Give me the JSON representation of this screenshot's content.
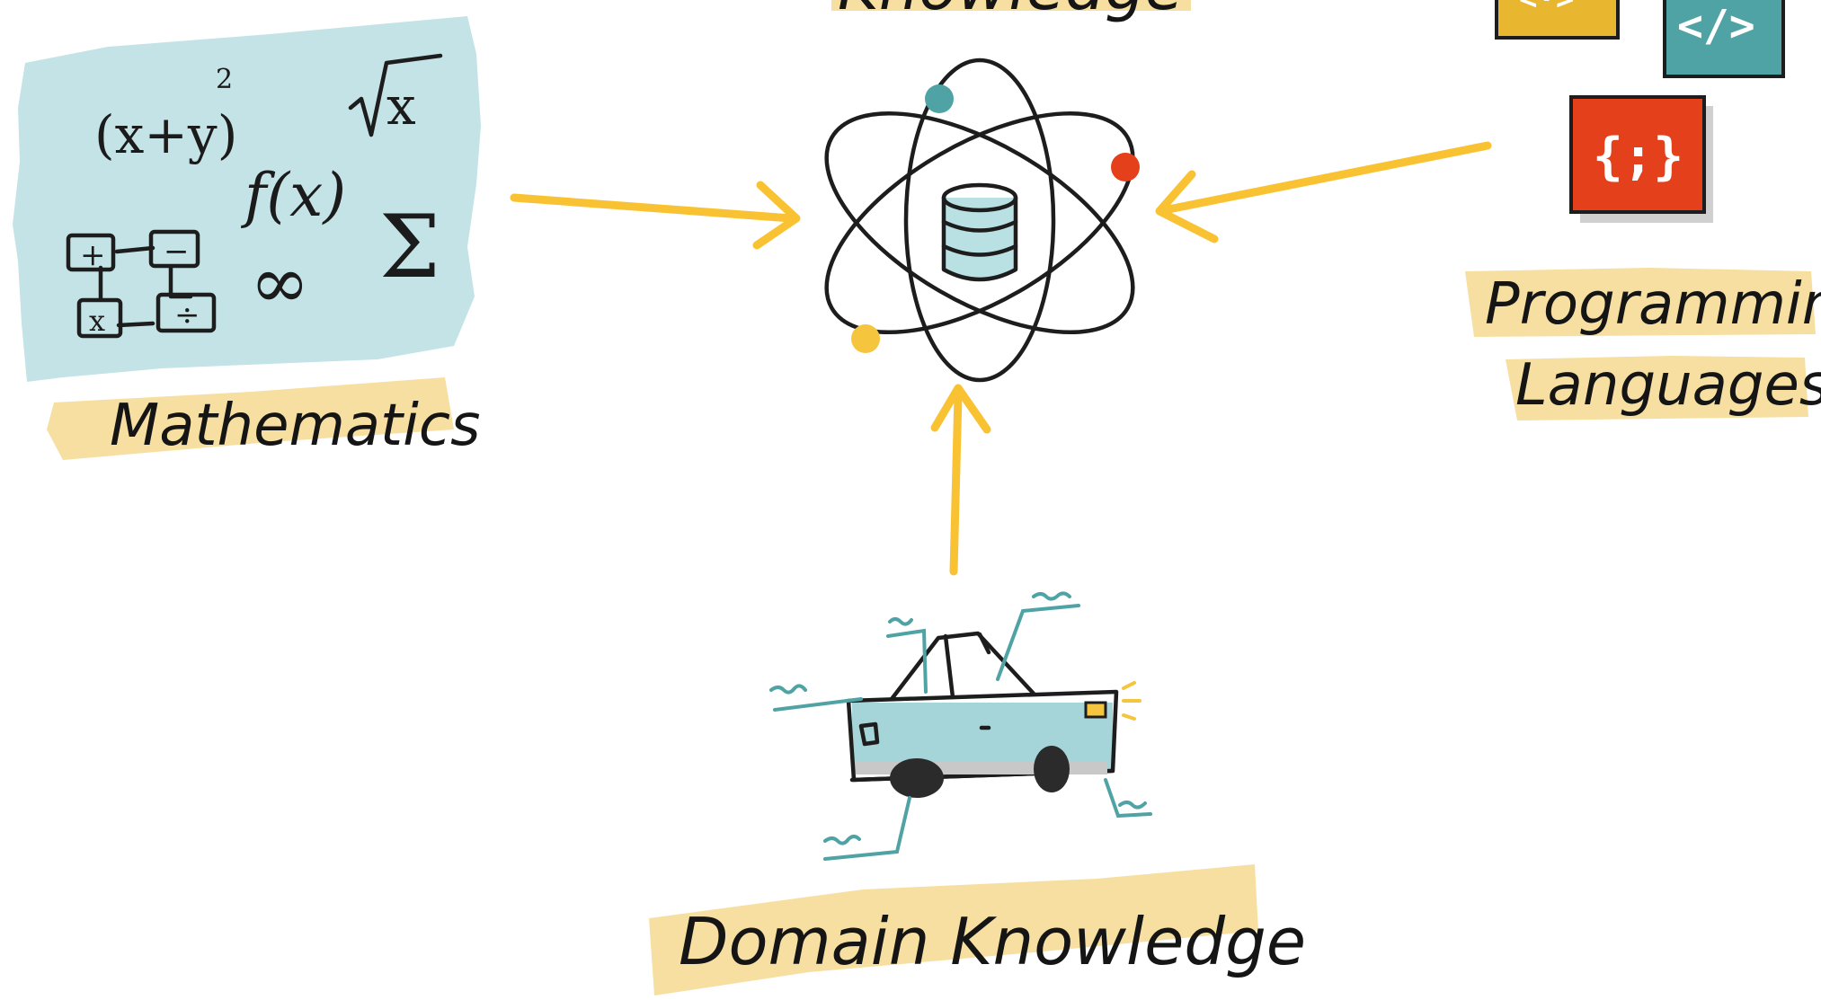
{
  "labels": {
    "top_partial": "Knowledge",
    "mathematics": "Mathematics",
    "programming_line1": "Programming",
    "programming_line2": "Languages",
    "domain": "Domain Knowledge"
  },
  "math_symbols": {
    "square": "(x+y)",
    "square_exponent": "2",
    "sqrt_var": "x",
    "func": "f(x)",
    "infinity": "∞",
    "sum": "Σ",
    "plus": "+",
    "minus": "−",
    "times": "x",
    "divide": "÷"
  },
  "code_symbols": {
    "tile_yellow": "<·>",
    "tile_teal": "</>",
    "tile_red": "{;}"
  },
  "colors": {
    "arrow": "#f8c233",
    "label_highlight": "#f3d27c",
    "math_wash": "#c4e3e6",
    "teal": "#4fa3a5",
    "red": "#e3401b",
    "yellow": "#f4c53d",
    "ink": "#1d1d1d"
  }
}
